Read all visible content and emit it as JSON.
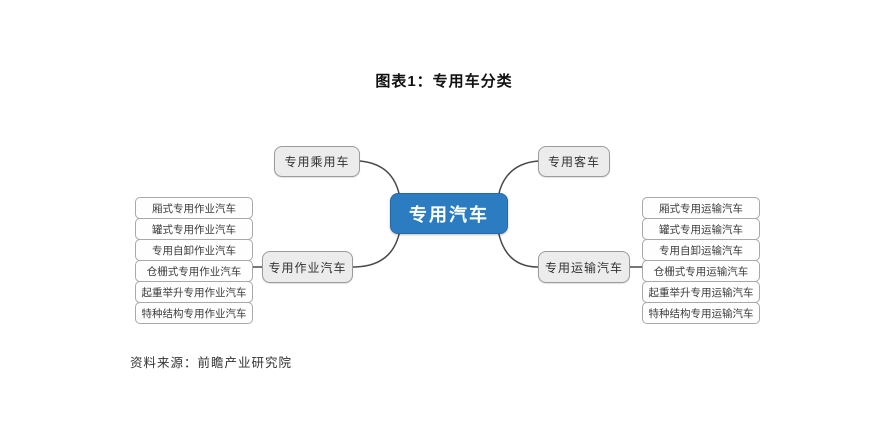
{
  "title": "图表1：专用车分类",
  "source_note": "资料来源：前瞻产业研究院",
  "colors": {
    "center_fill": "#2C7CC1",
    "center_text": "#FFFFFF",
    "branch_fill": "#ECECEC",
    "branch_border": "#9B9B9B",
    "leaf_fill": "#FEFEFE",
    "leaf_border": "#A9A9A9",
    "connector": "#4A4A4A"
  },
  "mindmap": {
    "center": "专用汽车",
    "branches": [
      {
        "label": "专用乘用车",
        "children": []
      },
      {
        "label": "专用客车",
        "children": []
      },
      {
        "label": "专用作业汽车",
        "children": [
          "厢式专用作业汽车",
          "罐式专用作业汽车",
          "专用自卸作业汽车",
          "仓栅式专用作业汽车",
          "起重举升专用作业汽车",
          "特种结构专用作业汽车"
        ]
      },
      {
        "label": "专用运输汽车",
        "children": [
          "厢式专用运输汽车",
          "罐式专用运输汽车",
          "专用自卸运输汽车",
          "仓栅式专用运输汽车",
          "起重举升专用运输汽车",
          "特种结构专用运输汽车"
        ]
      }
    ]
  }
}
